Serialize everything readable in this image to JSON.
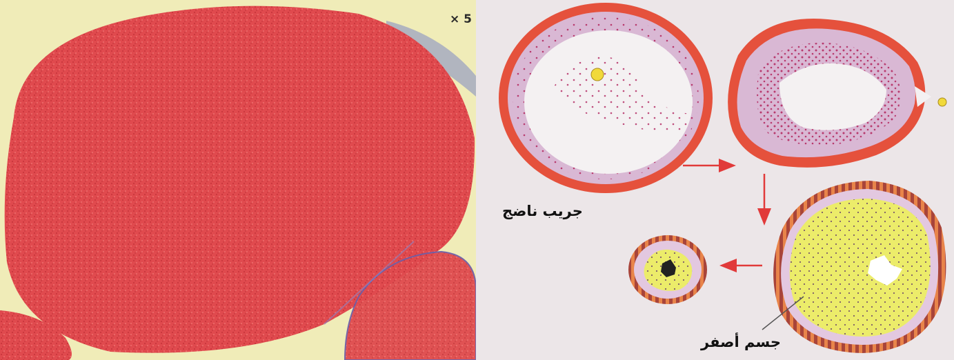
{
  "labels": {
    "magnification": "× 5",
    "mature_follicle": "جريب ناضج",
    "corpus_luteum": "جسم أصفر"
  },
  "colors": {
    "tissue_red": "#e2484c",
    "follicle_wall": "#e5513c",
    "follicle_lining": "#d9b8d4",
    "oocyte": "#f1d93a",
    "luteal_yellow": "#ecec6a",
    "dots": "#b83a6e",
    "arrow": "#e13a3a"
  },
  "icons": {
    "arrow": "red-arrow"
  }
}
